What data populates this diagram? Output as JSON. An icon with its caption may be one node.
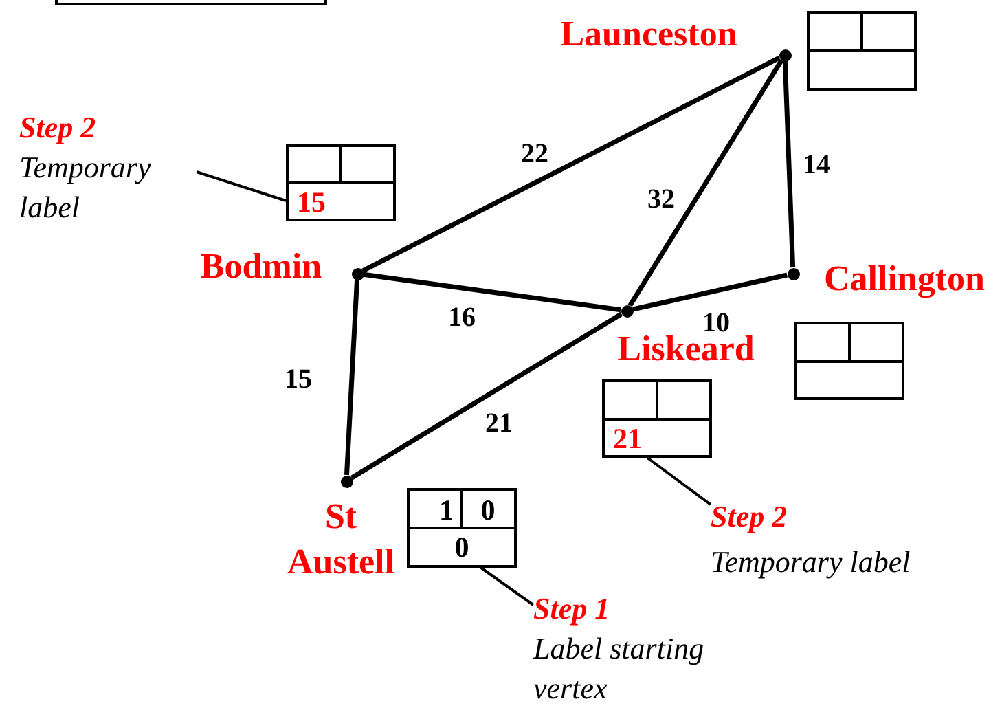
{
  "diagram": {
    "nodes": [
      {
        "text": [],
        "shape": "box"
      },
      {
        "text": [],
        "shape": "circle",
        "beside": [
          "Launceston"
        ]
      },
      {
        "text": [],
        "shape": "box"
      },
      {
        "text": [
          "Step 2",
          "Temporary label"
        ]
      },
      {
        "text": [
          "15"
        ]
      },
      {
        "text": [],
        "shape": "circle",
        "beside": [
          "Bodmin"
        ]
      },
      {
        "text": [],
        "shape": "circle",
        "beside": [
          "Callington"
        ]
      },
      {
        "text": [],
        "shape": "circle",
        "beside": [
          "Liskeard"
        ]
      },
      {
        "text": [],
        "shape": "box"
      },
      {
        "text": [
          "21"
        ]
      },
      {
        "text": [],
        "shape": "circle",
        "beside": [
          "St Austell"
        ]
      },
      {
        "text": [
          "1",
          "0",
          "0"
        ]
      },
      {
        "text": [
          "Step 2",
          "Temporary label"
        ]
      },
      {
        "text": [
          "Step 1",
          "Label starting vertex"
        ]
      }
    ],
    "edges": [
      {
        "from": 5,
        "to": 1,
        "arrow": "none",
        "label": "22"
      },
      {
        "from": 7,
        "to": 1,
        "arrow": "none",
        "label": "32"
      },
      {
        "from": 1,
        "to": 6,
        "arrow": "none",
        "label": "14"
      },
      {
        "from": 5,
        "to": 7,
        "arrow": "none",
        "label": "16"
      },
      {
        "from": 7,
        "to": 6,
        "arrow": "none",
        "label": "10"
      },
      {
        "from": 5,
        "to": 10,
        "arrow": "none",
        "label": "15"
      },
      {
        "from": 10,
        "to": 7,
        "arrow": "none",
        "label": "21"
      },
      {
        "from": 3,
        "to": 4,
        "arrow": "none"
      },
      {
        "from": 12,
        "to": 9,
        "arrow": "none"
      },
      {
        "from": 13,
        "to": 11,
        "arrow": "none"
      }
    ]
  }
}
